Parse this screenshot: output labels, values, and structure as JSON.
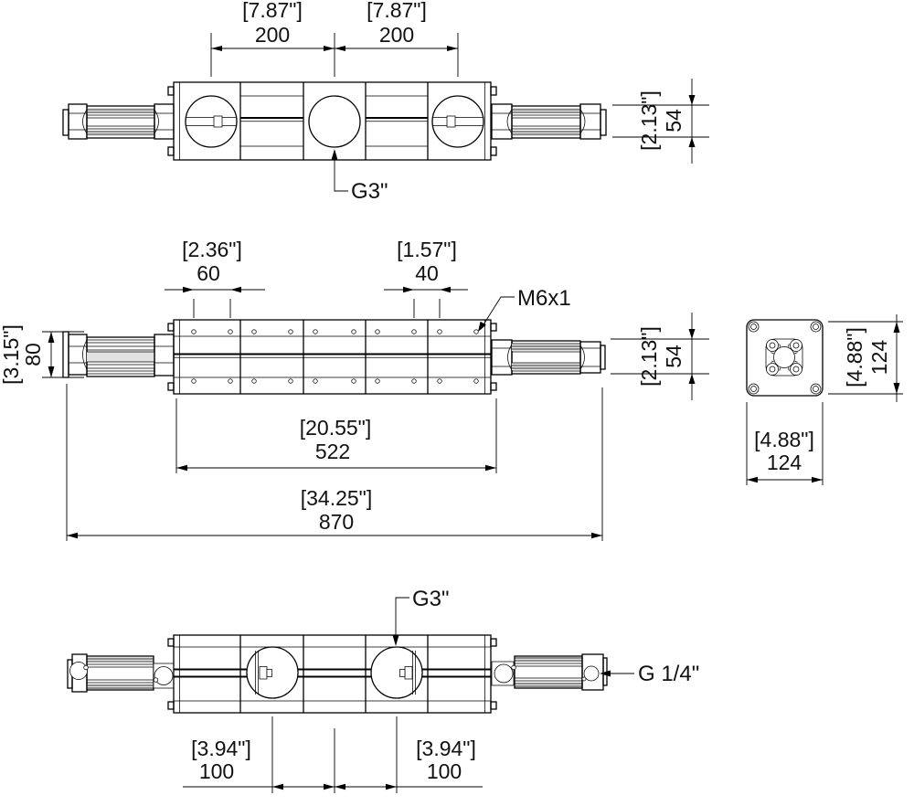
{
  "colors": {
    "line": "#000000",
    "background": "#ffffff",
    "shading": "#e2e2e2"
  },
  "views": {
    "top": {
      "dim_port_pitch_left": {
        "in": "[7.87\"]",
        "mm": "200"
      },
      "dim_port_pitch_right": {
        "in": "[7.87\"]",
        "mm": "200"
      },
      "dim_shaft_height": {
        "in": "[2.13\"]",
        "mm": "54"
      },
      "port_label": "G3\""
    },
    "front": {
      "dim_hole_pitch_60": {
        "in": "[2.36\"]",
        "mm": "60"
      },
      "dim_hole_pitch_40": {
        "in": "[1.57\"]",
        "mm": "40"
      },
      "thread_label": "M6x1",
      "dim_drive_height": {
        "in": "[3.15\"]",
        "mm": "80"
      },
      "dim_shaft_height": {
        "in": "[2.13\"]",
        "mm": "54"
      },
      "dim_body_length": {
        "in": "[20.55\"]",
        "mm": "522"
      },
      "dim_total_length": {
        "in": "[34.25\"]",
        "mm": "870"
      }
    },
    "side": {
      "dim_height": {
        "in": "[4.88\"]",
        "mm": "124"
      },
      "dim_width": {
        "in": "[4.88\"]",
        "mm": "124"
      }
    },
    "bottom": {
      "port_label": "G3\"",
      "port_small_label": "G 1/4\"",
      "dim_port_left": {
        "in": "[3.94\"]",
        "mm": "100"
      },
      "dim_port_right": {
        "in": "[3.94\"]",
        "mm": "100"
      }
    }
  }
}
